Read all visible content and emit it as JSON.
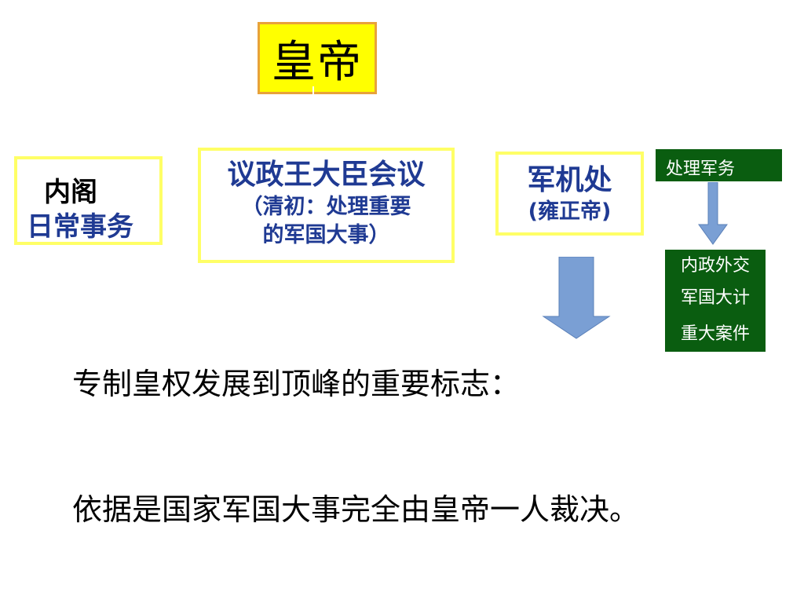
{
  "diagram": {
    "emperor": "皇帝",
    "neige": {
      "title": "内阁",
      "duty": "日常事务"
    },
    "yizheng": {
      "title": "议政王大臣会议",
      "note_line1": "（清初：处理重要",
      "note_line2": "的军国大事）"
    },
    "junjichu": {
      "title": "军机处",
      "note": "(雍正帝)"
    },
    "military_affairs": "处理军务",
    "affairs": [
      "内政外交",
      "军国大计",
      "重大案件"
    ],
    "colors": {
      "emperor_fill": "#ffff00",
      "emperor_border": "#e8a23a",
      "box_border": "#ffff66",
      "blue_text": "#1f3a93",
      "green_fill": "#0a5d10",
      "arrow": "#7a9fd4"
    }
  },
  "text": {
    "sign": "专制皇权发展到顶峰的重要标志：",
    "basis": "依据是国家军国大事完全由皇帝一人裁决。"
  }
}
